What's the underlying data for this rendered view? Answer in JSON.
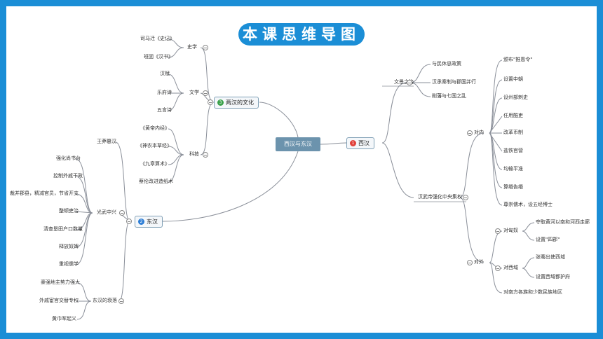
{
  "title": "本课思维导图",
  "center": "西汉与东汉",
  "west_han": {
    "label": "西汉",
    "badge": "1",
    "wendi": {
      "label": "文景之治",
      "items": [
        "与民休息政策",
        "汉承秦制与郡国并行",
        "削藩与七国之乱"
      ]
    },
    "wudi": {
      "label": "汉武帝强化中央集权",
      "internal": {
        "label": "对内",
        "items": [
          "颁布\"推恩令\"",
          "设置中朝",
          "设州部刺史",
          "任用酷吏",
          "改革币制",
          "盐铁官营",
          "均输平准",
          "算缗告缗",
          "尊崇儒术，设五经博士"
        ]
      },
      "external": {
        "label": "对外",
        "xiongnu": {
          "label": "对匈奴",
          "items": [
            "夺取黄河以南和河西走廊",
            "设置\"四郡\""
          ]
        },
        "xiyu": {
          "label": "对西域",
          "items": [
            "张骞出使西域",
            "设置西域都护府"
          ]
        },
        "south": "对南方各族和少数民族地区"
      }
    }
  },
  "culture": {
    "label": "两汉的文化",
    "badge": "3",
    "history": {
      "label": "史学",
      "items": [
        "司马迁《史记》",
        "班固《汉书》"
      ]
    },
    "literature": {
      "label": "文学",
      "items": [
        "汉赋",
        "乐府诗",
        "五言诗"
      ]
    },
    "science": {
      "label": "科技",
      "items": [
        "《黄帝内经》",
        "《神农本草经》",
        "《九章算术》",
        "蔡伦改进造纸术"
      ]
    }
  },
  "east_han": {
    "label": "东汉",
    "badge": "2",
    "wangmang": "王莽篡汉",
    "guangwu": {
      "label": "光武中兴",
      "items": [
        "强化尚书台",
        "控制外戚干政",
        "裁并郡县，精减官员，节省开支",
        "整顿吏治",
        "清查垦田户口数量",
        "释放奴婢",
        "重视儒学"
      ]
    },
    "decline": {
      "label": "东汉的衰落",
      "items": [
        "豪强地主势力强大",
        "外戚宦官交替专权",
        "黄巾军起义"
      ]
    }
  },
  "colors": {
    "border": "#1b8ed6",
    "center": "#6c93ad",
    "line": "#8a8f99",
    "badge_red": "#e0403a",
    "badge_green": "#3aa14a",
    "badge_blue": "#2f7fd6"
  }
}
